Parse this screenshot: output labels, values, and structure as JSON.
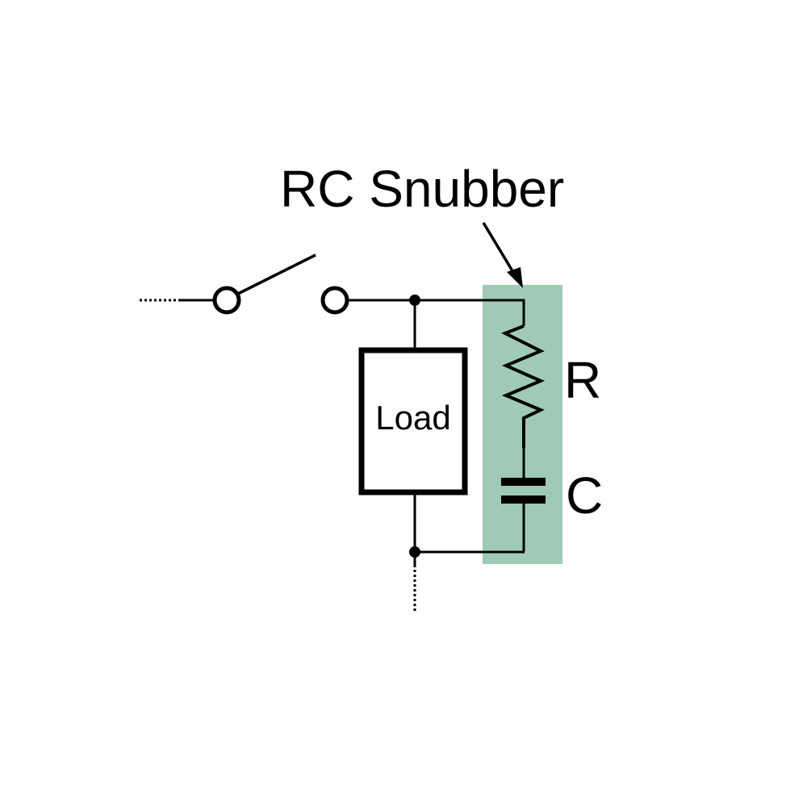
{
  "diagram": {
    "title": "RC Snubber",
    "load_label": "Load",
    "resistor_label": "R",
    "capacitor_label": "C",
    "colors": {
      "snubber_highlight": "#9fcbb6",
      "wire": "#000000",
      "background": "#ffffff"
    },
    "components": [
      "switch",
      "load",
      "resistor",
      "capacitor"
    ],
    "switch_state": "open"
  }
}
